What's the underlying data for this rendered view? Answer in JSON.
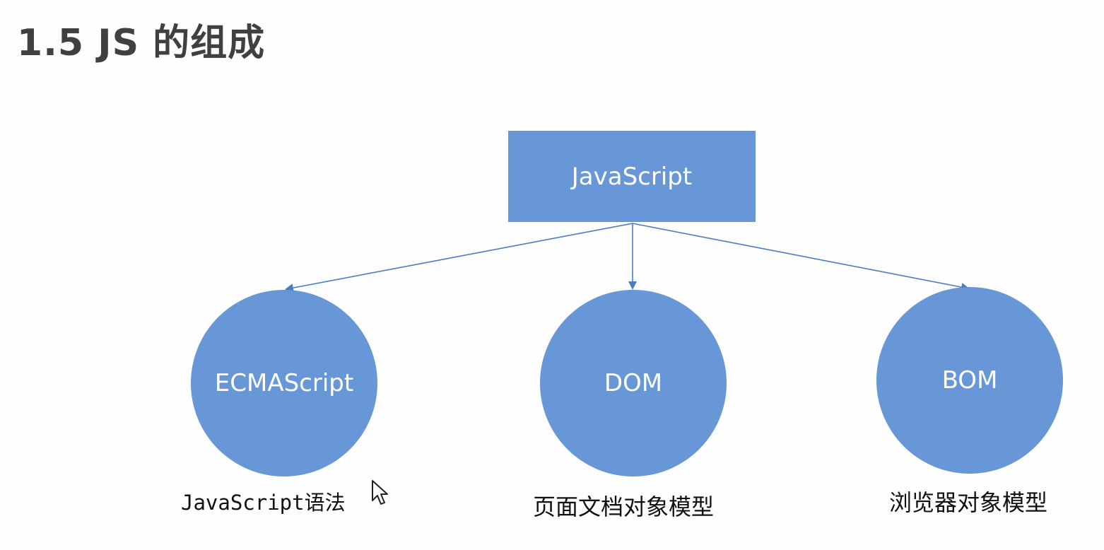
{
  "title": "1.5 JS 的组成",
  "root": {
    "label": "JavaScript"
  },
  "nodes": [
    {
      "label": "ECMAScript",
      "caption": "JavaScript语法"
    },
    {
      "label": "DOM",
      "caption": "页面文档对象模型"
    },
    {
      "label": "BOM",
      "caption": "浏览器对象模型"
    }
  ],
  "colors": {
    "shape_fill": "#6797d7",
    "connector": "#4a7cc4",
    "title_text": "#404040"
  },
  "icons": [
    "mouse-cursor-icon"
  ]
}
